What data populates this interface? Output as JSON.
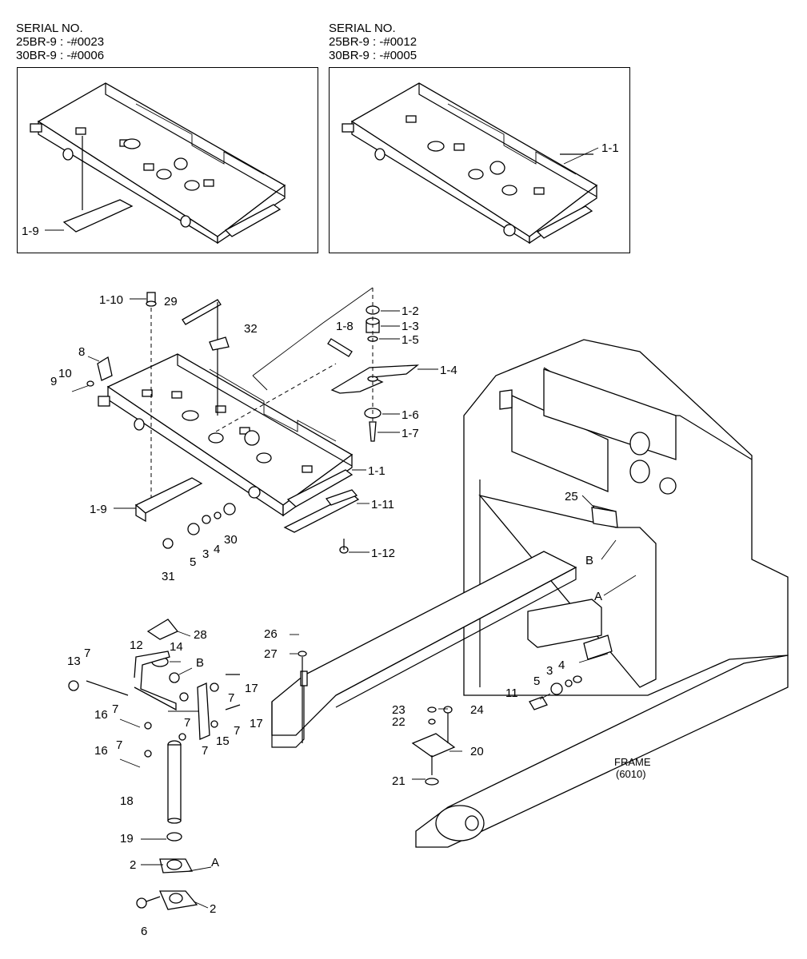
{
  "headers": [
    {
      "title": "SERIAL NO.",
      "line1": "25BR-9 : -#0023",
      "line2": "30BR-9 : -#0006"
    },
    {
      "title": "SERIAL NO.",
      "line1": "25BR-9 : -#0012",
      "line2": "30BR-9 : -#0005"
    }
  ],
  "frame_label": {
    "name": "FRAME",
    "code": "(6010)"
  },
  "labels": {
    "inset1": [
      "1-9"
    ],
    "inset2": [
      "1-1"
    ],
    "main": [
      "1-10",
      "29",
      "32",
      "1-2",
      "1-3",
      "1-5",
      "1-8",
      "1-4",
      "8",
      "10",
      "9",
      "1-6",
      "1-7",
      "1-1",
      "1-11",
      "1-9",
      "5",
      "3",
      "4",
      "30",
      "1-12",
      "31",
      "25",
      "B",
      "A",
      "28",
      "14",
      "B",
      "12",
      "7",
      "13",
      "17",
      "7",
      "16",
      "7",
      "7",
      "17",
      "7",
      "7",
      "15",
      "16",
      "7",
      "18",
      "19",
      "2",
      "A",
      "2",
      "6",
      "26",
      "27",
      "3",
      "4",
      "5",
      "11",
      "23",
      "24",
      "22",
      "20",
      "21"
    ]
  }
}
